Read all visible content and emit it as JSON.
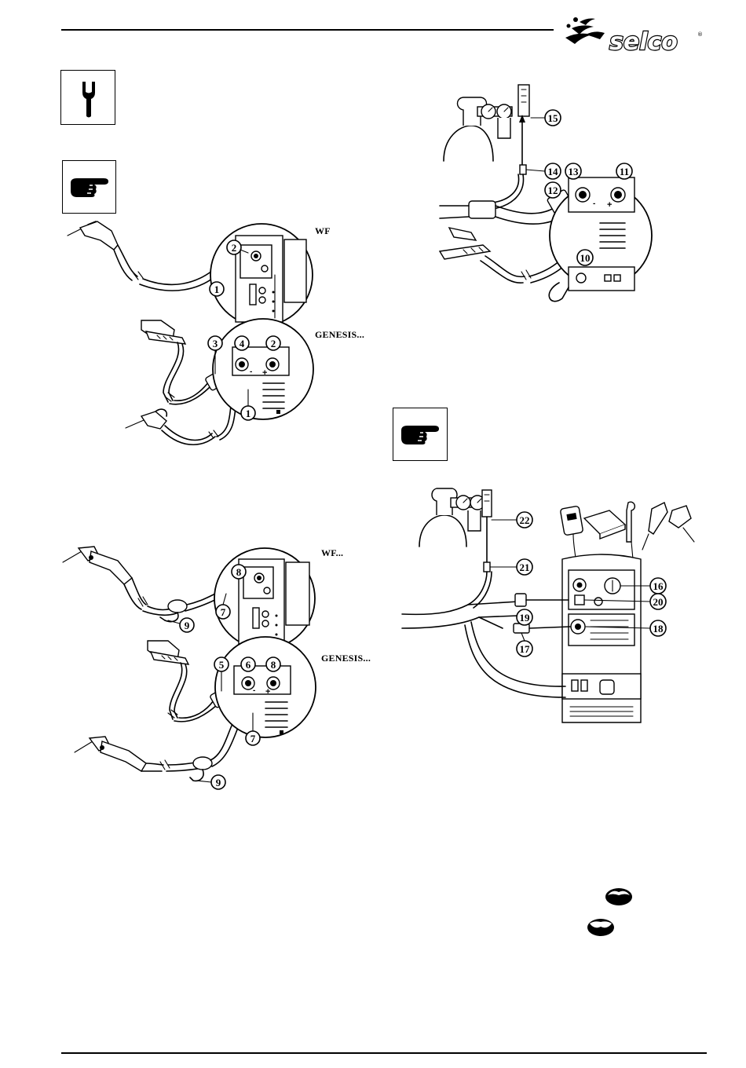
{
  "header": {
    "brand": "selco",
    "registered_mark": "®"
  },
  "labels": {
    "wf_top": "WF",
    "genesis_top": "GENESIS...",
    "wf_bottom": "WF...",
    "genesis_bottom": "GENESIS..."
  },
  "icons": {
    "wrench": "wrench-icon",
    "hand_top": "pointing-hand-icon",
    "hand_right": "pointing-hand-icon",
    "button_up": "up-arrow-button-icon",
    "button_down": "down-arrow-button-icon"
  },
  "callouts": {
    "fig1": [
      "2",
      "1"
    ],
    "fig2": [
      "3",
      "4",
      "2",
      "1"
    ],
    "fig3": [
      "15",
      "14",
      "13",
      "11",
      "12",
      "10"
    ],
    "fig4": [
      "8",
      "7",
      "9"
    ],
    "fig5": [
      "5",
      "6",
      "8",
      "7",
      "9"
    ],
    "fig6": [
      "22",
      "21",
      "16",
      "20",
      "19",
      "18",
      "17"
    ]
  },
  "socket_marks": {
    "minus": "-",
    "plus": "+"
  }
}
